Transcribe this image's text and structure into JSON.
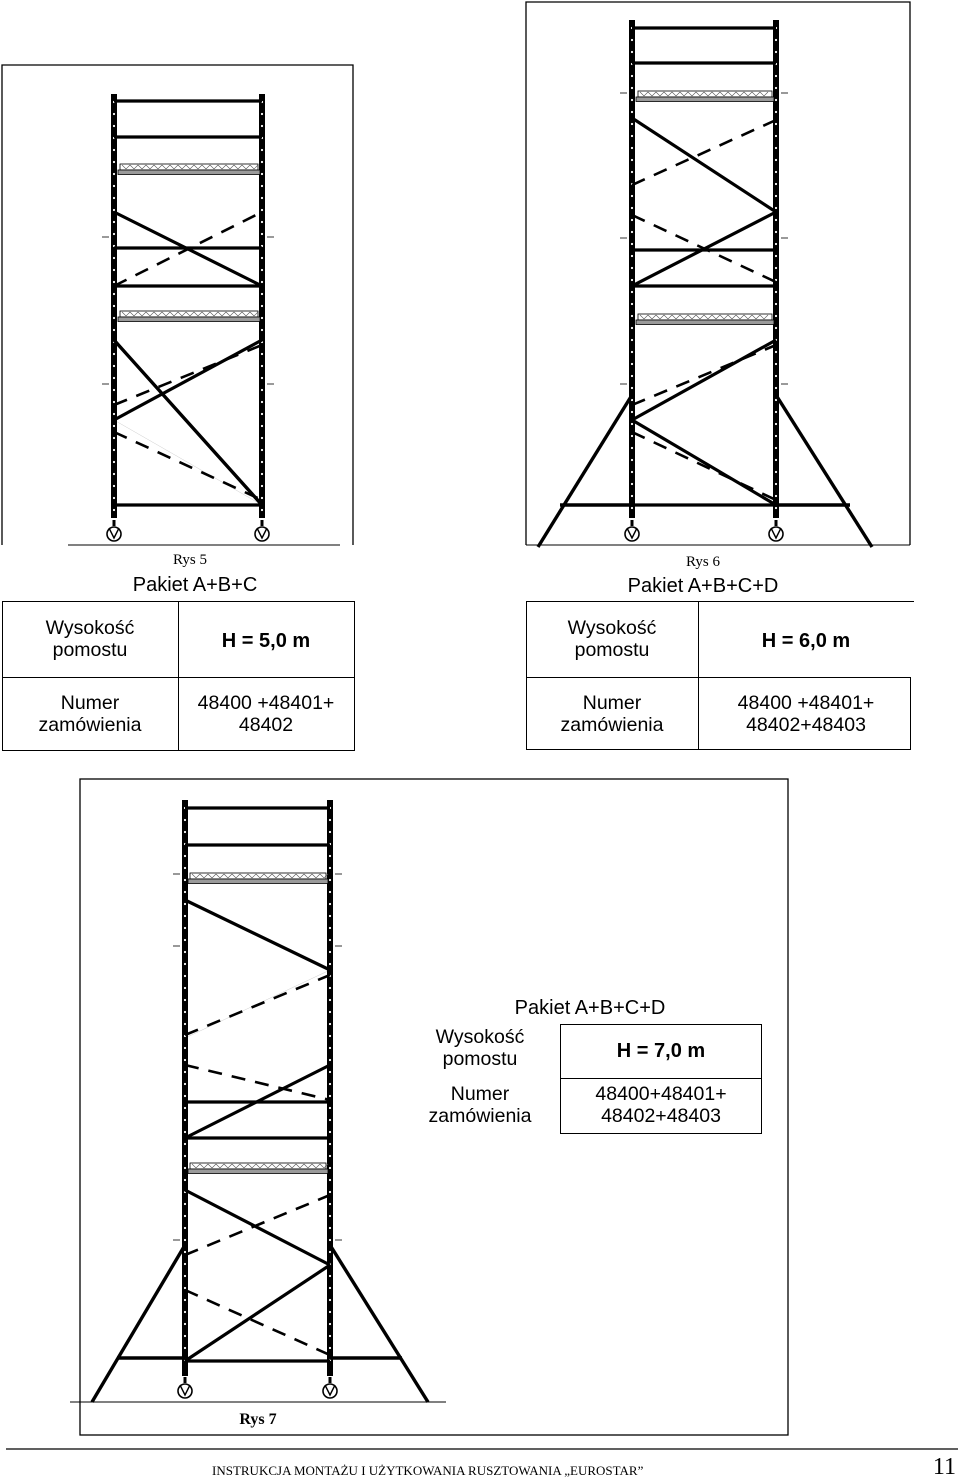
{
  "fig5": {
    "caption": "Rys 5",
    "package": "Pakiet  A+B+C",
    "height_label_1": "Wysokość",
    "height_label_2": "pomostu",
    "height_value": "H = 5,0 m",
    "order_label_1": "Numer",
    "order_label_2": "zamówienia",
    "order_value_1": "48400 +48401+",
    "order_value_2": "48402"
  },
  "fig6": {
    "caption": "Rys 6",
    "package": "Pakiet  A+B+C+D",
    "height_label_1": "Wysokość",
    "height_label_2": "pomostu",
    "height_value": "H = 6,0 m",
    "order_label_1": "Numer",
    "order_label_2": "zamówienia",
    "order_value_1": "48400 +48401+",
    "order_value_2": "48402+48403"
  },
  "fig7": {
    "caption": "Rys 7",
    "package": "Pakiet  A+B+C+D",
    "height_label_1": "Wysokość",
    "height_label_2": "pomostu",
    "height_value": "H = 7,0 m",
    "order_label_1": "Numer",
    "order_label_2": "zamówienia",
    "order_value_1": "48400+48401+",
    "order_value_2": "48402+48403"
  },
  "footer": {
    "title": "INSTRUKCJA MONTAŻU I UŻYTKOWANIA RUSZTOWANIA „EUROSTAR”",
    "page_number": "11"
  }
}
